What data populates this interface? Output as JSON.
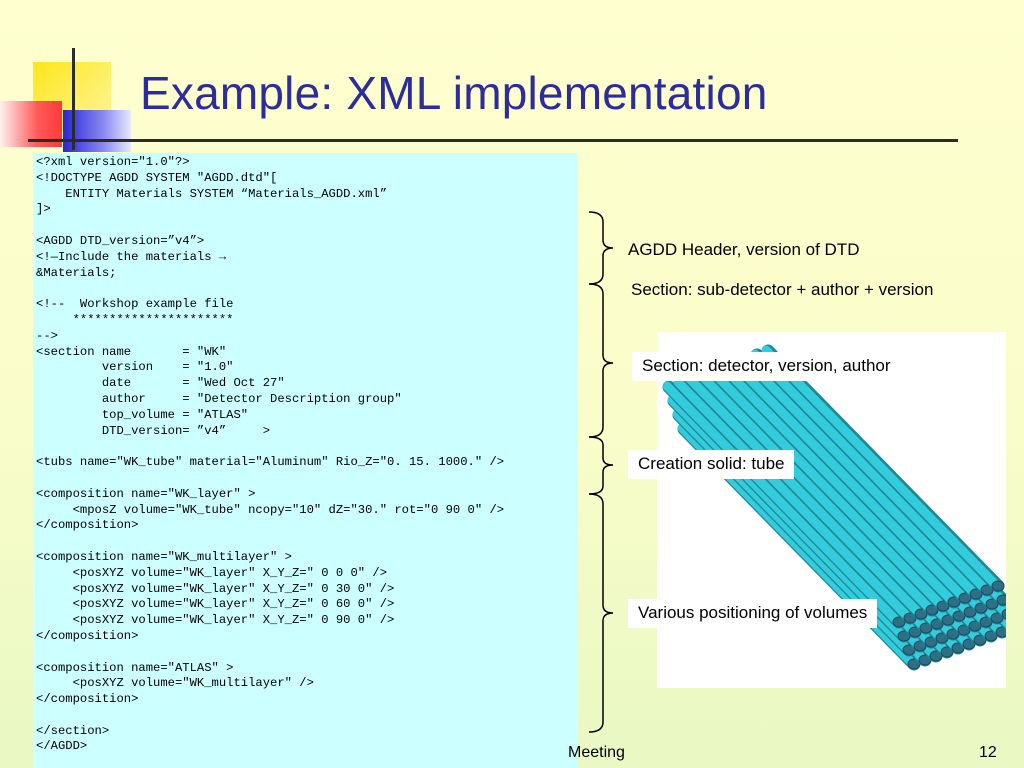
{
  "slide": {
    "title": "Example: XML implementation",
    "footer_text": "Meeting",
    "page_number": "12"
  },
  "code_lines": [
    "<?xml version=\"1.0\"?>",
    "<!DOCTYPE AGDD SYSTEM \"AGDD.dtd\"[",
    "    ENTITY Materials SYSTEM “Materials_AGDD.xml”",
    "]>",
    "",
    "<AGDD DTD_version=”v4”>",
    "<!—Include the materials →",
    "&Materials;",
    "",
    "<!--  Workshop example file",
    "     **********************",
    "-->",
    "<section name       = \"WK\"",
    "         version    = \"1.0\"",
    "         date       = \"Wed Oct 27\"",
    "         author     = \"Detector Description group\"",
    "         top_volume = \"ATLAS\"",
    "         DTD_version= ”v4”     >",
    "",
    "<tubs name=\"WK_tube\" material=\"Aluminum\" Rio_Z=\"0. 15. 1000.\" />",
    "",
    "<composition name=\"WK_layer\" >",
    "     <mposZ volume=\"WK_tube\" ncopy=\"10\" dZ=\"30.\" rot=\"0 90 0\" />",
    "</composition>",
    "",
    "<composition name=\"WK_multilayer\" >",
    "     <posXYZ volume=\"WK_layer\" X_Y_Z=\" 0 0 0\" />",
    "     <posXYZ volume=\"WK_layer\" X_Y_Z=\" 0 30 0\" />",
    "     <posXYZ volume=\"WK_layer\" X_Y_Z=\" 0 60 0\" />",
    "     <posXYZ volume=\"WK_layer\" X_Y_Z=\" 0 90 0\" />",
    "</composition>",
    "",
    "<composition name=\"ATLAS\" >",
    "     <posXYZ volume=\"WK_multilayer\" />",
    "</composition>",
    "",
    "</section>",
    "</AGDD>"
  ],
  "annotations": {
    "header": "AGDD Header, version of DTD",
    "section_info": "Section: sub-detector + author + version",
    "section_detector": "Section: detector, version, author",
    "creation_solid": "Creation solid: tube",
    "positioning": "Various positioning of volumes"
  },
  "colors": {
    "title": "#2c2c9c",
    "code_background": "#ccffff",
    "tube_fill": "#33ccdd",
    "deco_yellow": "#ffee22",
    "deco_red": "#ff4444",
    "deco_blue": "#2a2ad8"
  }
}
